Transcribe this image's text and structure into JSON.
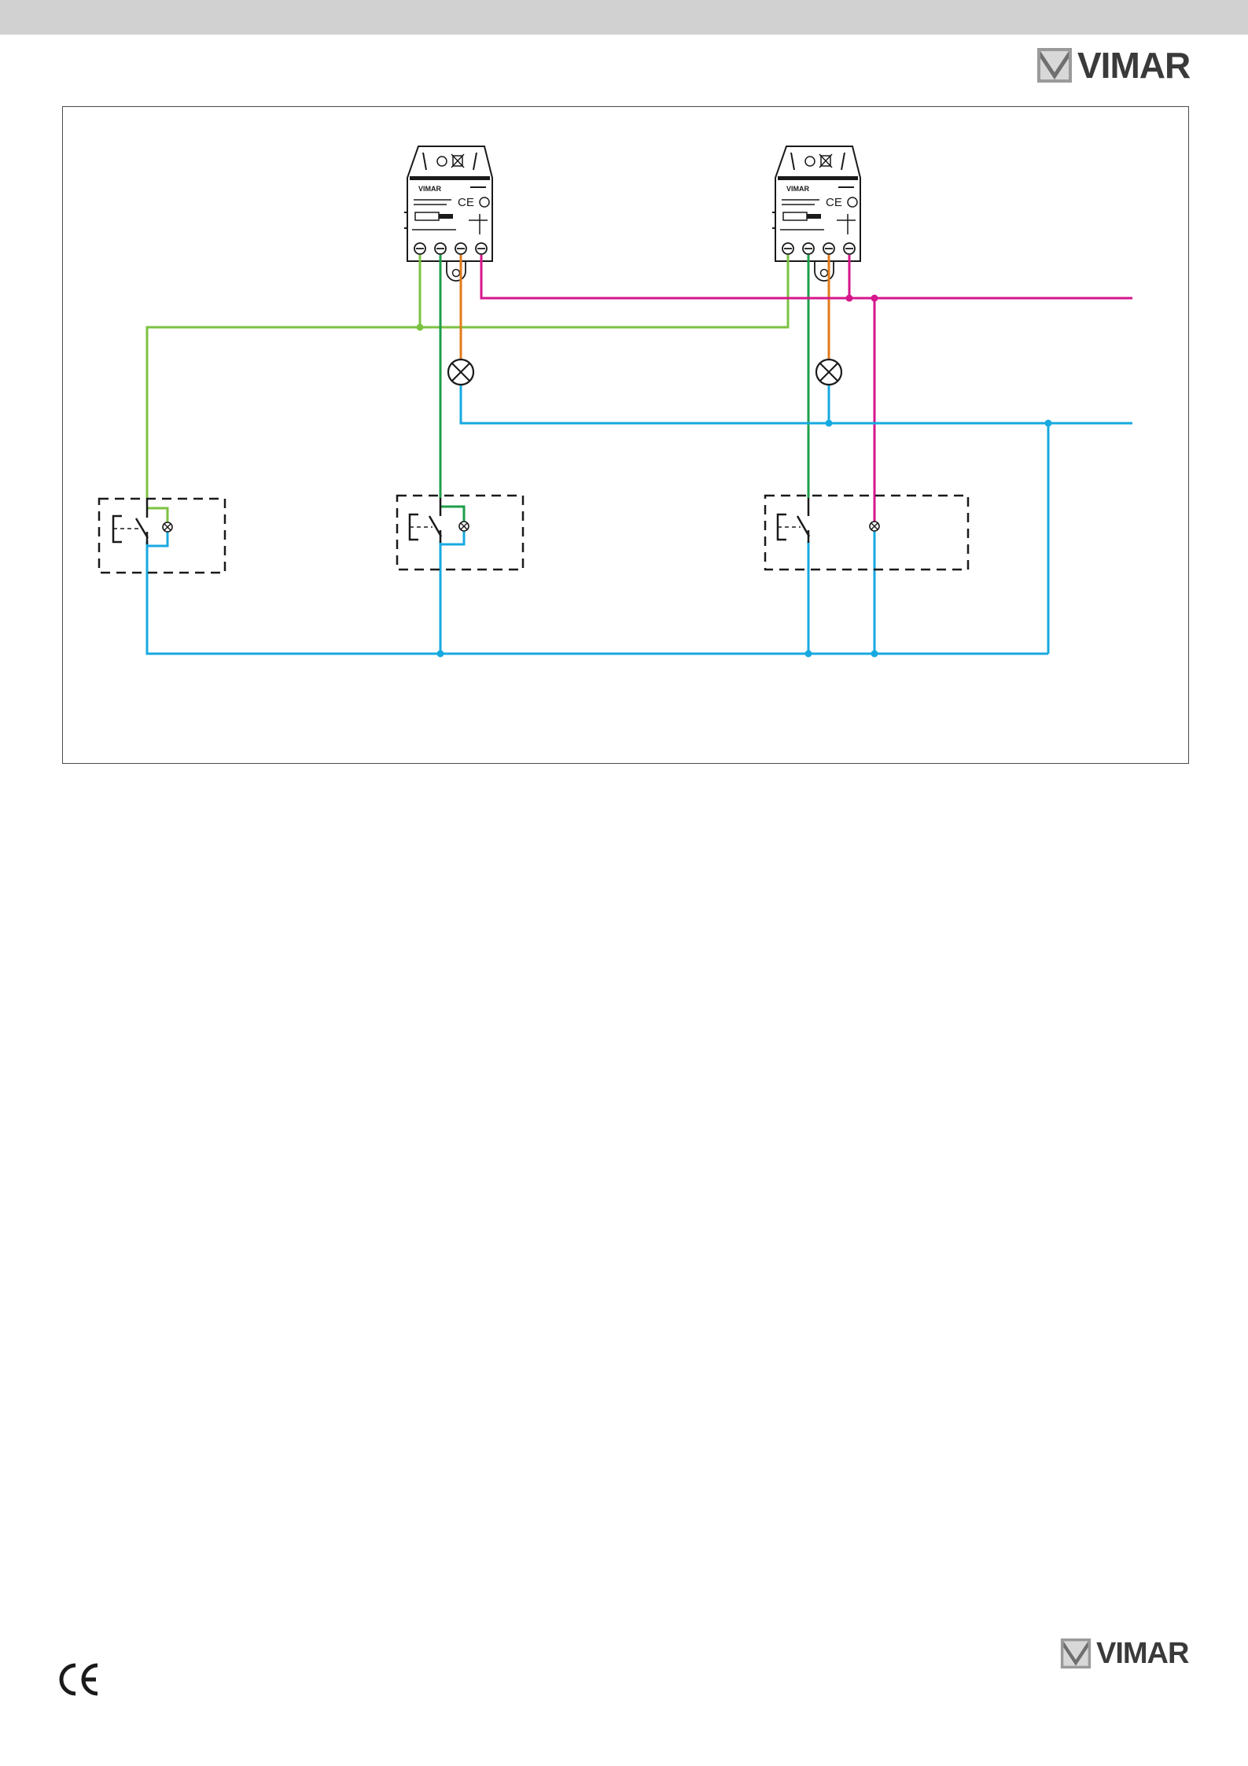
{
  "header": {
    "brand": "VIMAR"
  },
  "footer": {
    "brand": "VIMAR",
    "certification_mark": "CE"
  },
  "diagram": {
    "module_brand": "VIMAR",
    "module_ce": "CE",
    "colors": {
      "phase_green": "#7cc242",
      "dark_green": "#1e9e4a",
      "orange": "#e07b1a",
      "magenta": "#d6168c",
      "neutral_blue": "#17a9e1",
      "black": "#1a1a1a"
    },
    "components": [
      "relay-module-1",
      "relay-module-2",
      "lamp-1",
      "lamp-2",
      "pushbutton-1",
      "pushbutton-2",
      "pushbutton-3"
    ]
  }
}
